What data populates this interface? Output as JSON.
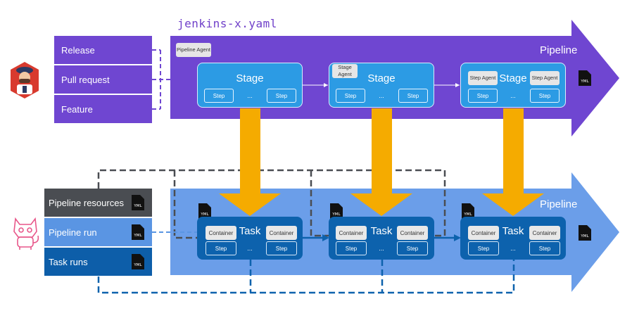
{
  "title": "jenkins-x.yaml",
  "triggers": [
    "Release",
    "Pull request",
    "Feature"
  ],
  "resources": [
    "Pipeline resources",
    "Pipeline run",
    "Task runs"
  ],
  "top_pipeline": {
    "label": "Pipeline",
    "pipeline_agent": "Pipeline Agent",
    "stage_label": "Stage",
    "stage_agent": "Stage Agent",
    "step_agent": "Step Agent",
    "step_label": "Step",
    "ellipsis": "..."
  },
  "bottom_pipeline": {
    "label": "Pipeline",
    "task_label": "Task",
    "container_label": "Container",
    "step_label": "Step",
    "ellipsis": "..."
  },
  "yml_label": "YML",
  "colors": {
    "top_band": "#6f46d1",
    "bottom_band": "#6b9ee9",
    "stage": "#2c9be4",
    "task": "#0d62ad",
    "down_arrow": "#f5ab00",
    "res_dark": "#4a4d52",
    "res_mid": "#5a95e3",
    "res_blue": "#0d5ea9"
  },
  "icons": [
    "jenkins-x-mascot-icon",
    "tekton-cat-icon",
    "yml-file-icon"
  ]
}
